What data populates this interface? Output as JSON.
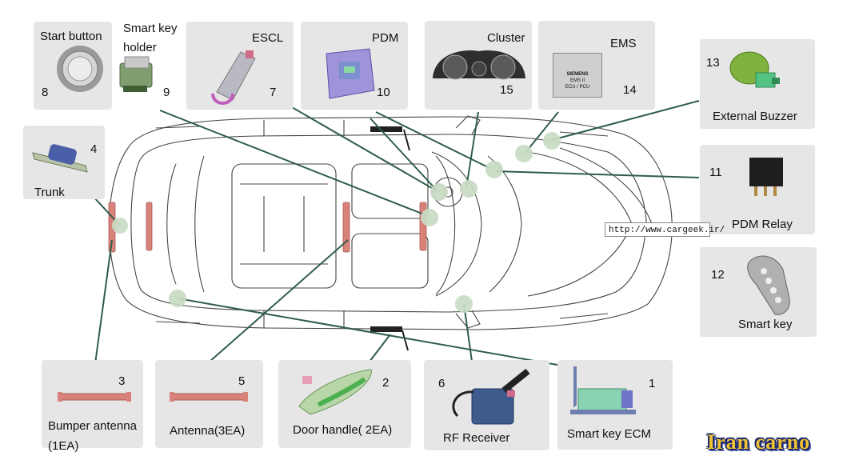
{
  "watermark_url": "http://www.cargeek.ir/",
  "brand": "Iran carno",
  "colors": {
    "panel": "#e6e6e6",
    "leader": "#2f5d4a",
    "marker": "#c9dcc4",
    "antenna": "#d9827a"
  },
  "components": [
    {
      "id": "start-button",
      "label": "Start button",
      "number": "8"
    },
    {
      "id": "smart-key-holder",
      "label": "Smart key",
      "label2": "holder",
      "number": "9"
    },
    {
      "id": "escl",
      "label": "ESCL",
      "number": "7"
    },
    {
      "id": "pdm",
      "label": "PDM",
      "number": "10"
    },
    {
      "id": "cluster",
      "label": "Cluster",
      "number": "15"
    },
    {
      "id": "ems",
      "label": "EMS",
      "number": "14",
      "chip_text": "SIEMENS",
      "chip_sub": "EMS II",
      "chip_sub2": "ECU / PCU"
    },
    {
      "id": "external-buzzer",
      "label": "External Buzzer",
      "number": "13"
    },
    {
      "id": "trunk",
      "label": "Trunk",
      "number": "4"
    },
    {
      "id": "pdm-relay",
      "label": "PDM Relay",
      "number": "11"
    },
    {
      "id": "smart-key",
      "label": "Smart key",
      "number": "12"
    },
    {
      "id": "bumper-antenna",
      "label": "Bumper antenna",
      "label2": "(1EA)",
      "number": "3"
    },
    {
      "id": "antenna",
      "label": "Antenna(3EA)",
      "number": "5"
    },
    {
      "id": "door-handle",
      "label": "Door handle( 2EA)",
      "number": "2"
    },
    {
      "id": "rf-receiver",
      "label": "RF Receiver",
      "number": "6"
    },
    {
      "id": "smart-key-ecm",
      "label": "Smart key ECM",
      "number": "1"
    }
  ]
}
